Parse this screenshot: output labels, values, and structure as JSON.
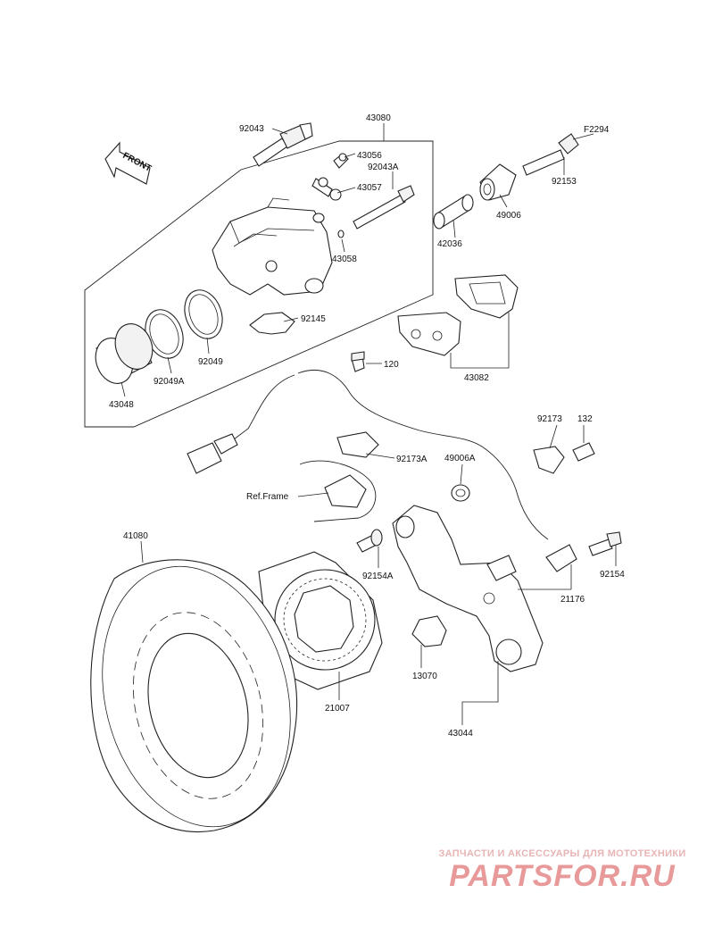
{
  "diagram": {
    "front_arrow_label": "FRONT",
    "ref_frame_label": "Ref.Frame",
    "part_labels": {
      "p43080": "43080",
      "p92043": "92043",
      "p43056": "43056",
      "p92043A": "92043A",
      "p43057": "43057",
      "p43058": "43058",
      "pF2294": "F2294",
      "p92153": "92153",
      "p49006": "49006",
      "p42036": "42036",
      "p92145": "92145",
      "p43082": "43082",
      "p92049": "92049",
      "p92049A": "92049A",
      "p43048": "43048",
      "p120": "120",
      "p92173A": "92173A",
      "p49006A": "49006A",
      "p92173": "92173",
      "p132": "132",
      "p41080": "41080",
      "p92154A": "92154A",
      "p92154": "92154",
      "p21176": "21176",
      "p21007": "21007",
      "p13070": "13070",
      "p43044": "43044"
    }
  },
  "watermark": {
    "subtitle": "ЗАПЧАСТИ И АКСЕССУАРЫ ДЛЯ МОТОТЕХНИКИ",
    "brand": "PARTSFOR.RU"
  }
}
